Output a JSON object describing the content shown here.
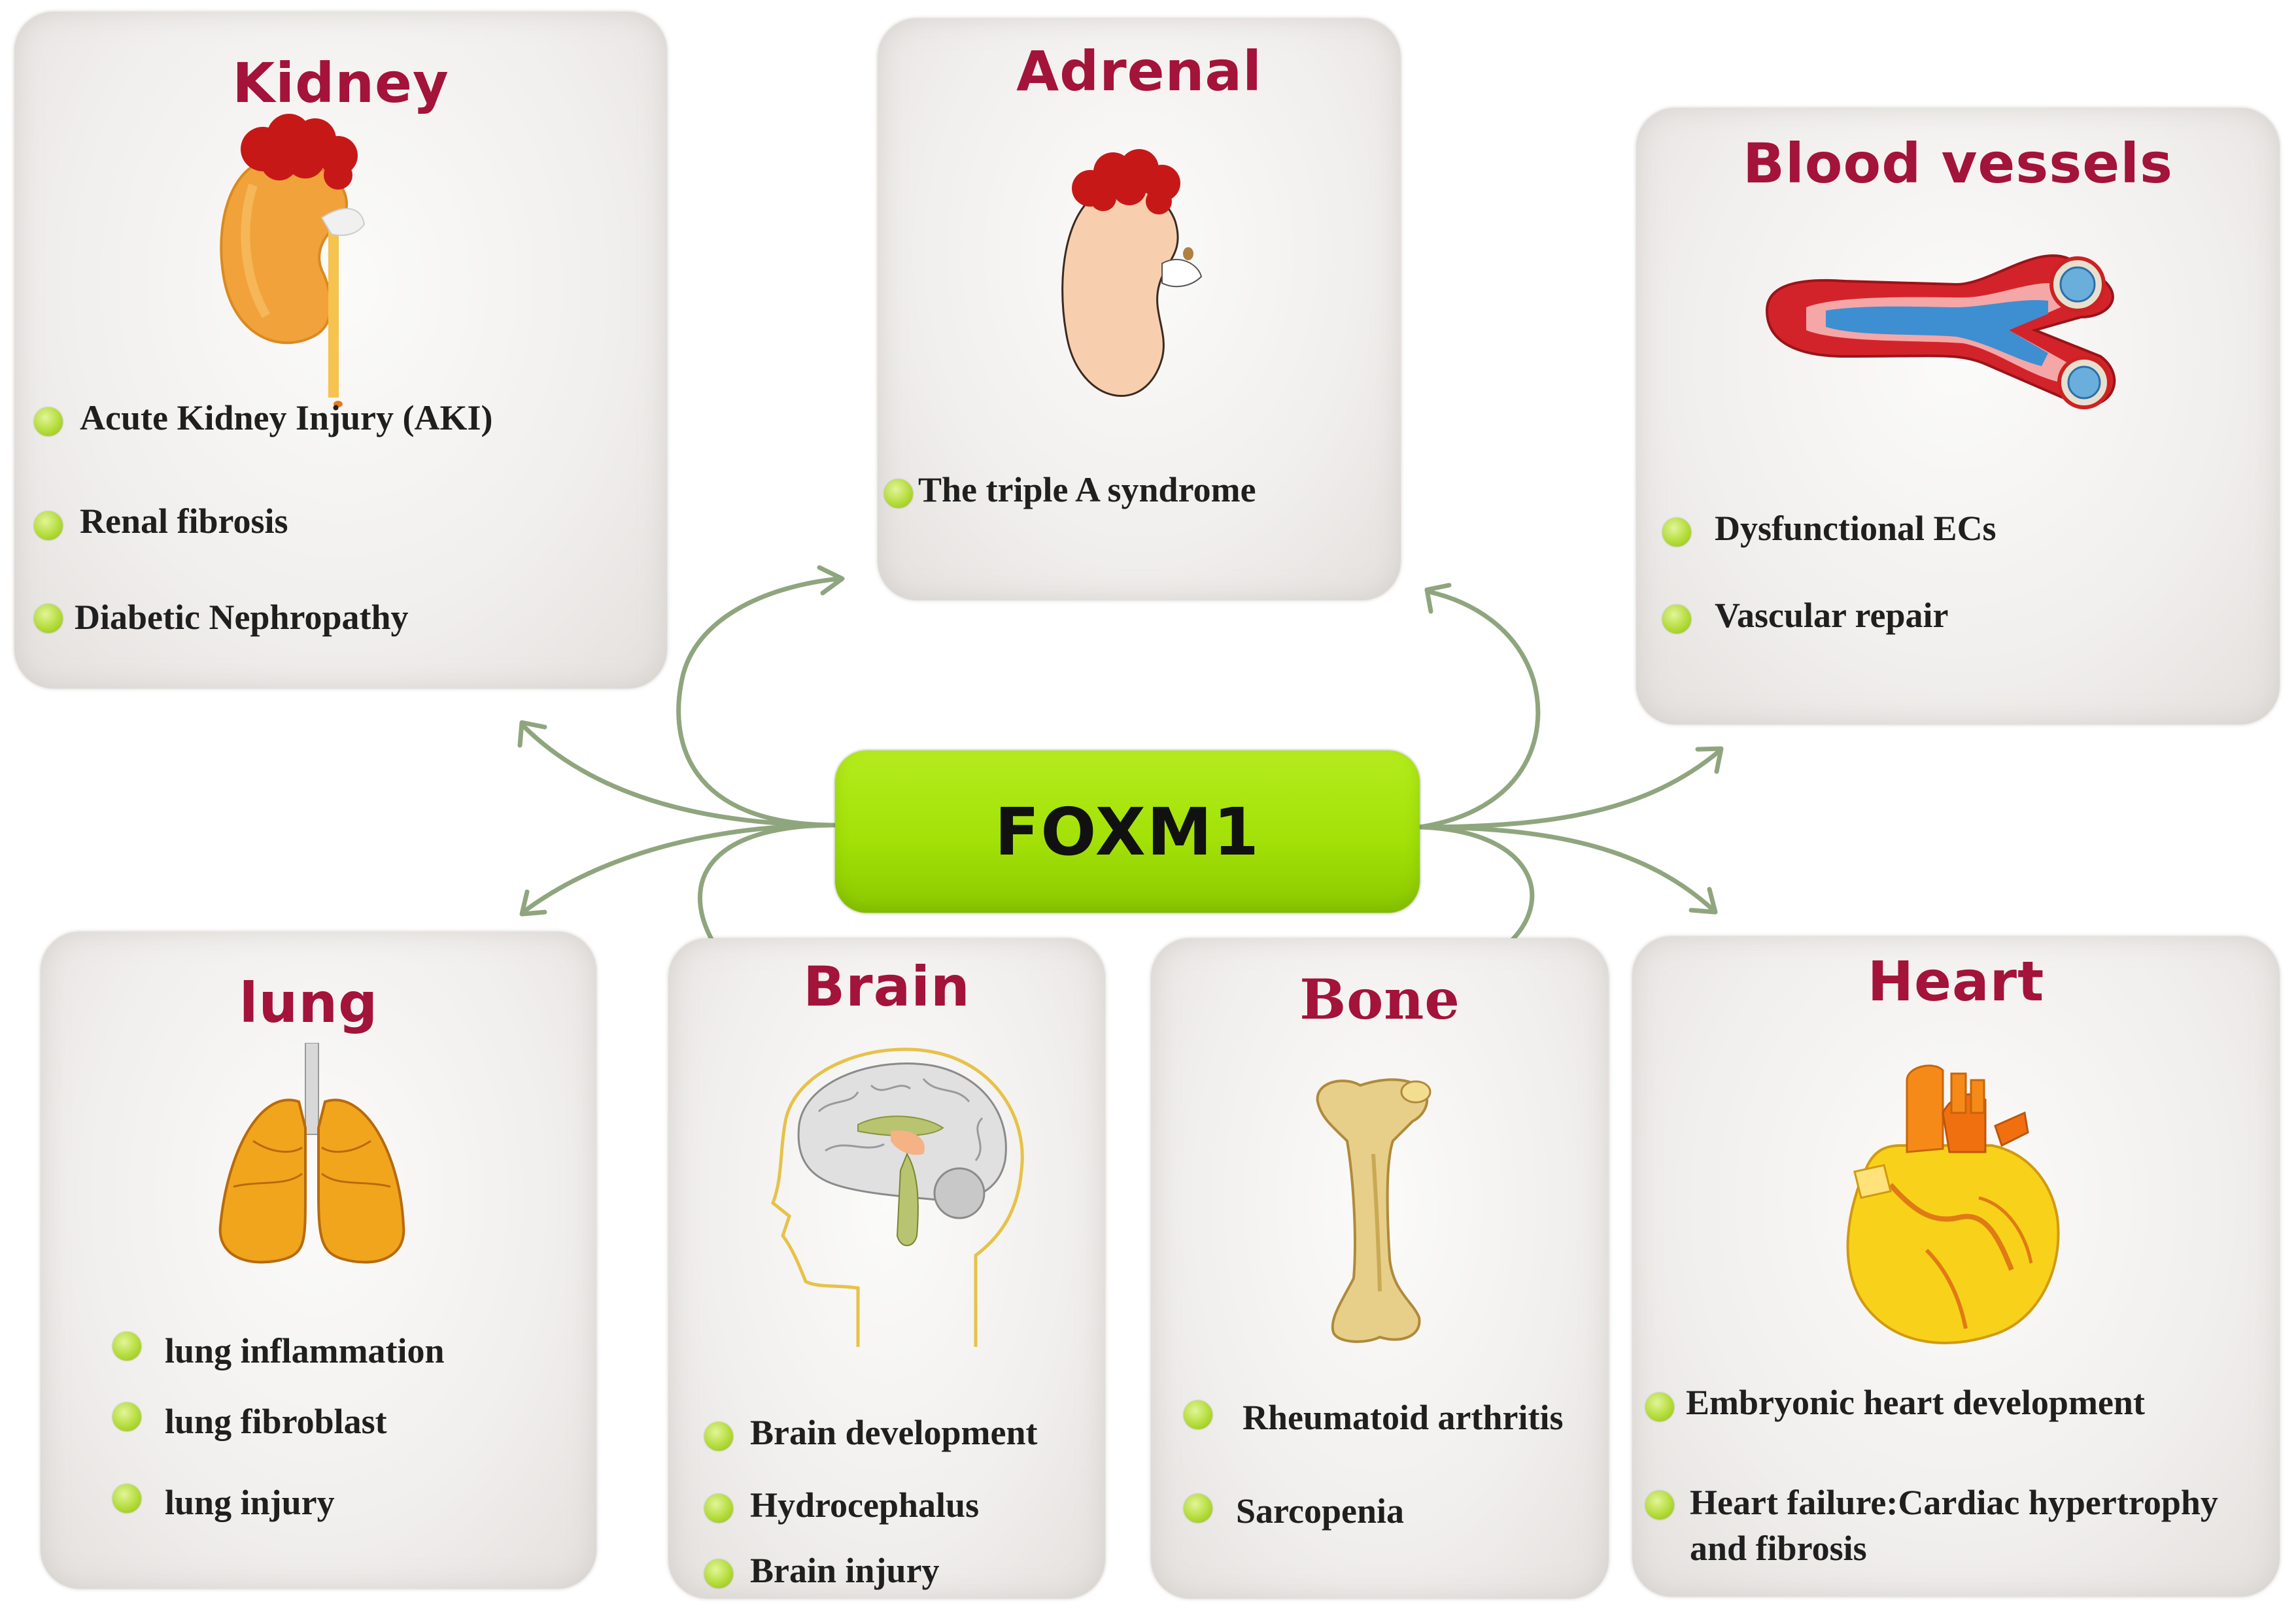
{
  "center": {
    "label": "FOXM1"
  },
  "panels": {
    "kidney": {
      "title": "Kidney",
      "items": [
        "Acute Kidney Injury (AKI)",
        "Renal fibrosis",
        "Diabetic Nephropathy"
      ]
    },
    "adrenal": {
      "title": "Adrenal",
      "items": [
        "The triple A syndrome"
      ]
    },
    "blood_vessels": {
      "title": "Blood vessels",
      "items": [
        "Dysfunctional ECs",
        "Vascular repair"
      ]
    },
    "lung": {
      "title": "lung",
      "items": [
        "lung inflammation",
        "lung fibroblast",
        "lung injury"
      ]
    },
    "brain": {
      "title": "Brain",
      "items": [
        "Brain development",
        "Hydrocephalus",
        "Brain injury"
      ]
    },
    "bone": {
      "title": "Bone",
      "items": [
        "Rheumatoid arthritis",
        "Sarcopenia"
      ]
    },
    "heart": {
      "title": "Heart",
      "items": [
        "Embryonic heart development",
        "Heart failure:Cardiac hypertrophy",
        "and fibrosis"
      ]
    }
  },
  "colors": {
    "title": "#a3133a",
    "center_box": "#a3e108",
    "bullet": "#b4dc3a",
    "arrow": "#8fa57e"
  },
  "icons": [
    "kidney-illustration",
    "adrenal-gland-illustration",
    "blood-vessel-illustration",
    "lungs-illustration",
    "brain-illustration",
    "bone-illustration",
    "heart-illustration"
  ]
}
